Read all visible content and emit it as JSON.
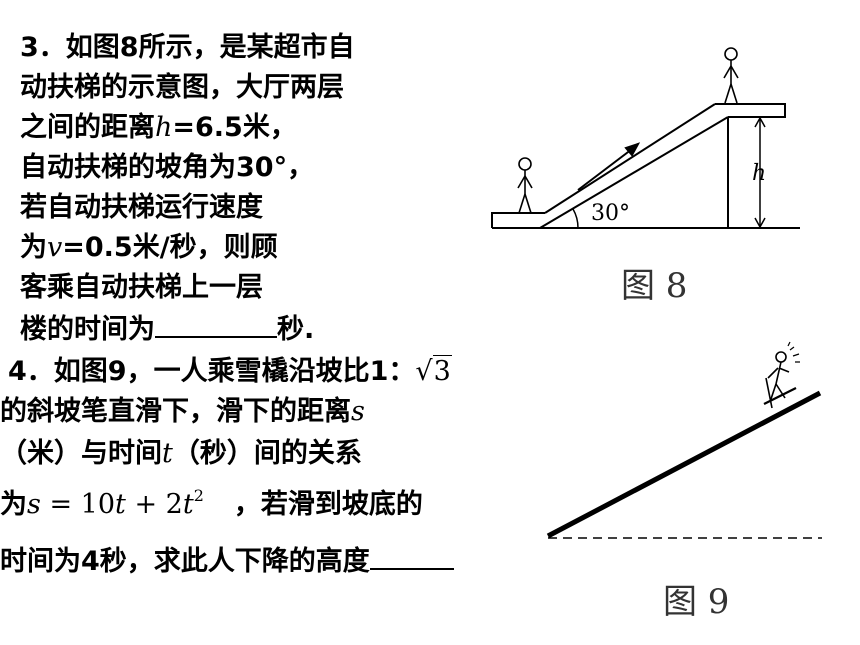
{
  "problem3": {
    "number": "3．",
    "line1_text": "如图8所示，是某超市自",
    "line2": "动扶梯的示意图，大厅两层",
    "line3_pre": "之间的距离",
    "line3_var": "h",
    "line3_post": "=6.5米，",
    "line4": "自动扶梯的坡角为30°，",
    "line5": "若自动扶梯运行速度",
    "line6_pre": "为",
    "line6_var": "v",
    "line6_post": "=0.5米/秒，则顾",
    "line7": "客乘自动扶梯上一层",
    "line8_pre": "楼的时间为",
    "line8_post": "秒."
  },
  "problem4": {
    "number": "4．",
    "line1_text": "如图9，一人乘雪橇沿坡比1：",
    "line1_sqrt": "3",
    "line2_pre": "的斜坡笔直滑下，滑下的距离",
    "line2_var": "s",
    "line3_pre": "（米）与时间",
    "line3_var": "t",
    "line3_post": "（秒）间的关系",
    "line4_pre": "为",
    "formula_s": "s",
    "formula_eq": " = 10",
    "formula_t1": "t",
    "formula_plus": " + 2",
    "formula_t2": "t",
    "formula_exp": "2",
    "line4_post": "，若滑到坡底的",
    "line5_pre": "时间为4秒，求此人下降的高度"
  },
  "figure8": {
    "angle_label": "30°",
    "height_label": "h",
    "caption": "图 8"
  },
  "figure9": {
    "caption": "图 9"
  }
}
